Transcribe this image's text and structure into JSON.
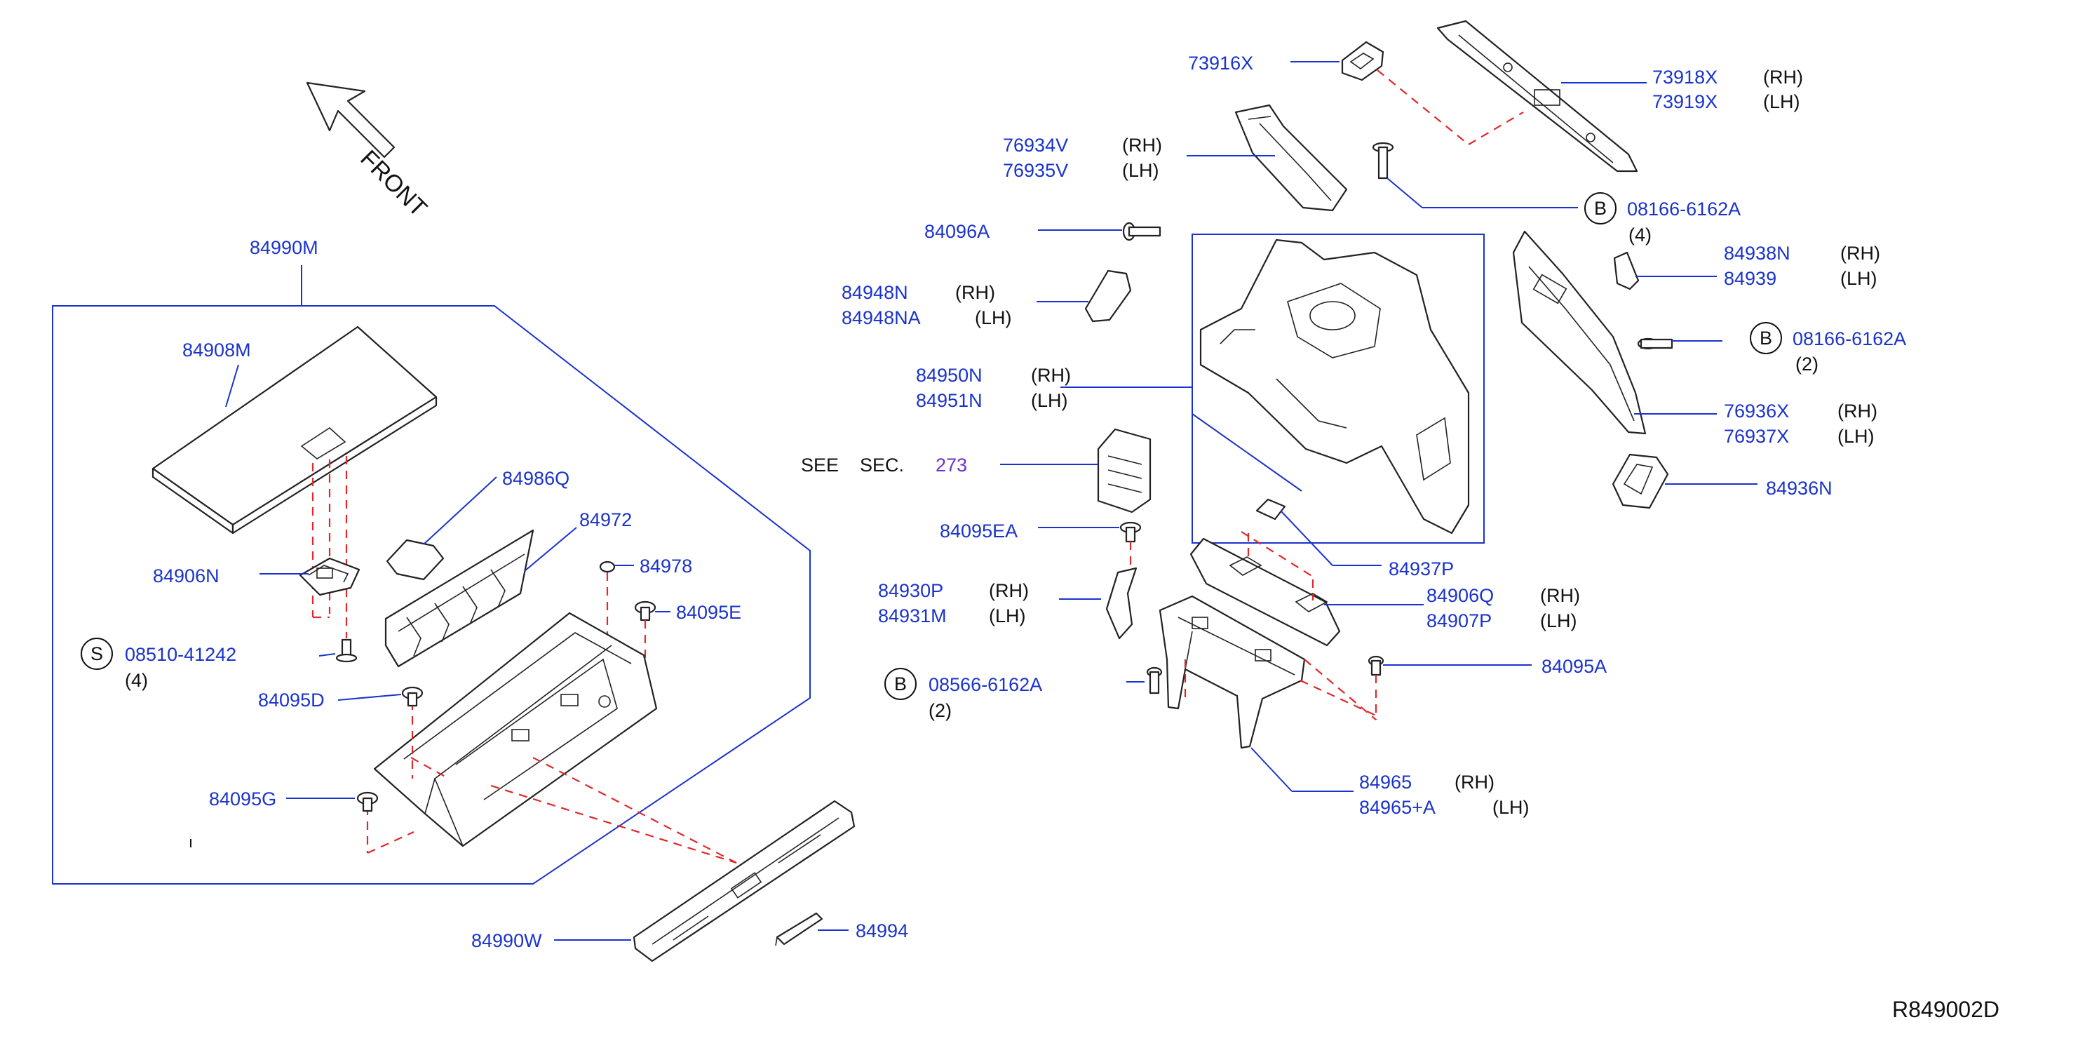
{
  "drawing_id": "R849002D",
  "front_label": "FRONT",
  "see_sec": {
    "see": "SEE",
    "sec": "SEC.",
    "num": "273"
  },
  "callouts": {
    "c73916X": "73916X",
    "c73918X": "73918X",
    "c73918X_side": "(RH)",
    "c73919X": "73919X",
    "c73919X_side": "(LH)",
    "c76934V": "76934V",
    "c76934V_side": "(RH)",
    "c76935V": "76935V",
    "c76935V_side": "(LH)",
    "c08166_top": "08166-6162A",
    "c08166_top_qty": "(4)",
    "c08166_top_mark": "B",
    "c84096A": "84096A",
    "c84938N": "84938N",
    "c84938N_side": "(RH)",
    "c84939": "84939",
    "c84939_side": "(LH)",
    "c84948N": "84948N",
    "c84948N_side": "(RH)",
    "c84948NA": "84948NA",
    "c84948NA_side": "(LH)",
    "c08166_mid": "08166-6162A",
    "c08166_mid_qty": "(2)",
    "c08166_mid_mark": "B",
    "c84950N": "84950N",
    "c84950N_side": "(RH)",
    "c84951N": "84951N",
    "c84951N_side": "(LH)",
    "c76936X": "76936X",
    "c76936X_side": "(RH)",
    "c76937X": "76937X",
    "c76937X_side": "(LH)",
    "c84936N": "84936N",
    "c84990M": "84990M",
    "c84908M": "84908M",
    "c84986Q": "84986Q",
    "c84972": "84972",
    "c84978": "84978",
    "c84906N": "84906N",
    "c84095E": "84095E",
    "c08510": "08510-41242",
    "c08510_qty": "(4)",
    "c08510_mark": "S",
    "c84095D": "84095D",
    "c84095G": "84095G",
    "c84095EA": "84095EA",
    "c84937P": "84937P",
    "c84930P": "84930P",
    "c84930P_side": "(RH)",
    "c84931M": "84931M",
    "c84931M_side": "(LH)",
    "c84906Q": "84906Q",
    "c84906Q_side": "(RH)",
    "c84907P": "84907P",
    "c84907P_side": "(LH)",
    "c84095A": "84095A",
    "c08566": "08566-6162A",
    "c08566_qty": "(2)",
    "c08566_mark": "B",
    "c84965": "84965",
    "c84965_side": "(RH)",
    "c84965A": "84965+A",
    "c84965A_side": "(LH)",
    "c84990W": "84990W",
    "c84994": "84994"
  },
  "colors": {
    "part_number": "#1a33cc",
    "section_ref": "#6633cc",
    "dashed_line": "#e0282a",
    "outline": "#222222"
  }
}
